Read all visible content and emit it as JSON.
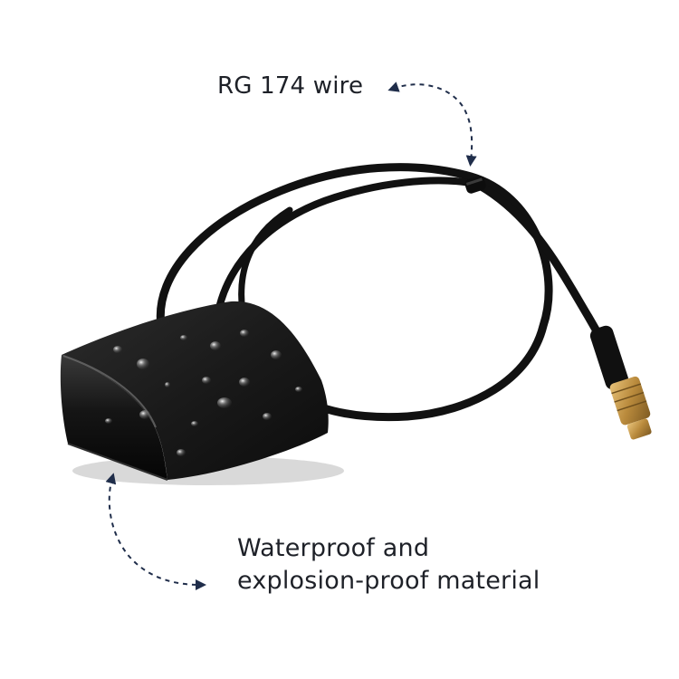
{
  "callouts": {
    "wire": "RG 174 wire",
    "material_line1": "Waterproof and",
    "material_line2": "explosion-proof material"
  },
  "colors": {
    "label_text": "#1e2128",
    "arrow": "#1f2d4a",
    "antenna_body": "#141414",
    "cable": "#111111",
    "connector": "#c79a4a"
  },
  "icons": {
    "wire_arrow": "dashed-curved-double-arrow-icon",
    "material_arrow": "dashed-curved-double-arrow-icon"
  }
}
